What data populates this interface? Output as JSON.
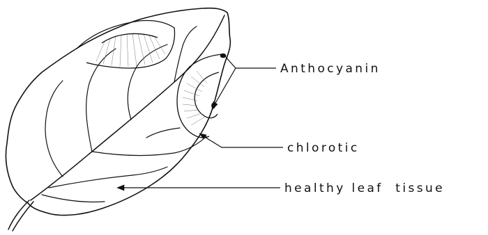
{
  "labels": {
    "anthocyanin": "Anthocyanin",
    "chlorotic": "chlorotic",
    "healthy": "healthy leaf  tissue"
  },
  "colors": {
    "ink": "#111111",
    "background": "#ffffff"
  }
}
